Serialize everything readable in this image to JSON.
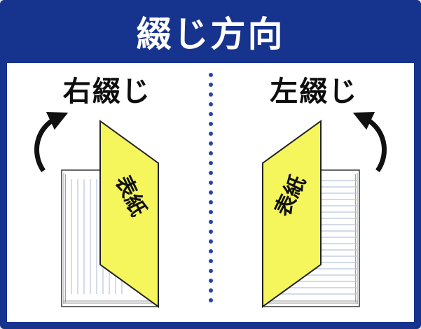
{
  "header": {
    "title": "綴じ方向"
  },
  "panels": {
    "right_binding": {
      "heading": "右綴じ",
      "cover_label": "表紙"
    },
    "left_binding": {
      "heading": "左綴じ",
      "cover_label": "表紙"
    }
  },
  "icons": {
    "right_binding_arrow": "curved-arrow-counterclockwise",
    "left_binding_arrow": "curved-arrow-clockwise"
  },
  "colors": {
    "frame_blue": "#16338e",
    "divider_blue": "#2742a8",
    "cover_yellow": "#f4f65c",
    "page_line_blue": "#b9c3da",
    "page_edge_gray": "#999999",
    "arrow_black": "#111111"
  }
}
